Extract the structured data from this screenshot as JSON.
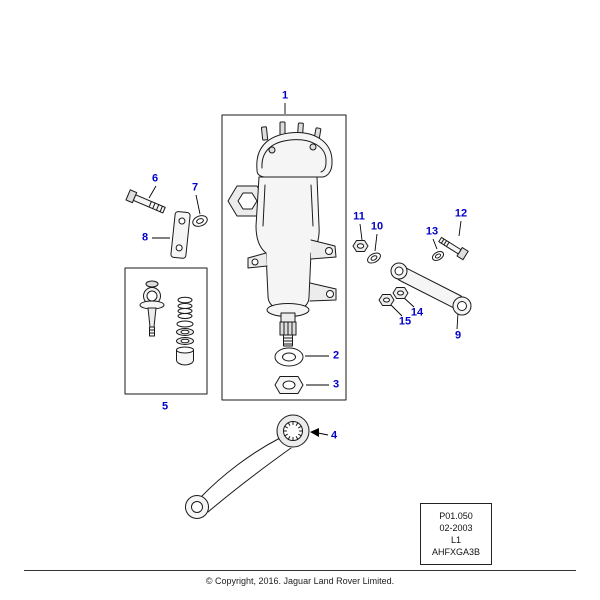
{
  "colors": {
    "callout_blue": "#0000c8",
    "line_art": "#1a1a1a"
  },
  "callouts": [
    {
      "label": "1"
    },
    {
      "label": "2"
    },
    {
      "label": "3"
    },
    {
      "label": "4"
    },
    {
      "label": "5"
    },
    {
      "label": "6"
    },
    {
      "label": "7"
    },
    {
      "label": "8"
    },
    {
      "label": "9"
    },
    {
      "label": "10"
    },
    {
      "label": "11"
    },
    {
      "label": "12"
    },
    {
      "label": "13"
    },
    {
      "label": "14"
    },
    {
      "label": "15"
    }
  ],
  "info_box": {
    "lines": [
      "P01.050",
      "02-2003",
      "L1",
      "AHFXGA3B"
    ]
  },
  "footer": {
    "copyright": "© Copyright, 2016. Jaguar Land Rover Limited."
  }
}
